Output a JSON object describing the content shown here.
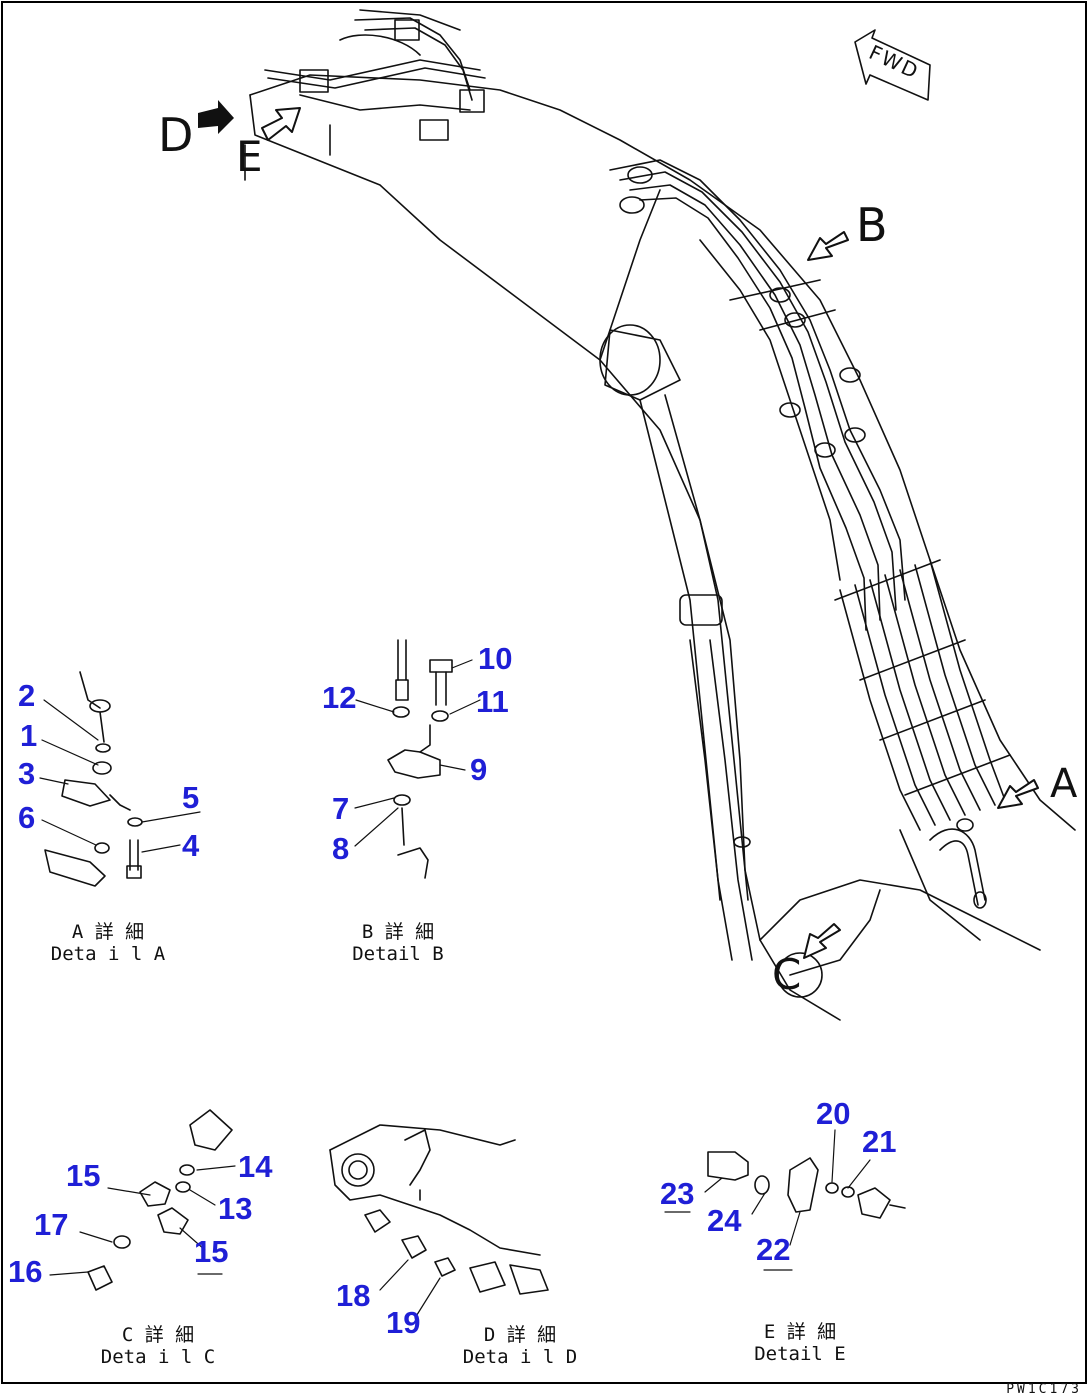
{
  "drawing_code": "PW1C173",
  "fwd_label": "FWD",
  "view_markers": {
    "A": "A",
    "B": "B",
    "C": "C",
    "D": "D",
    "E": "E"
  },
  "callouts": [
    {
      "id": "c1",
      "text": "1"
    },
    {
      "id": "c2",
      "text": "2"
    },
    {
      "id": "c3",
      "text": "3"
    },
    {
      "id": "c4",
      "text": "4"
    },
    {
      "id": "c5",
      "text": "5"
    },
    {
      "id": "c6",
      "text": "6"
    },
    {
      "id": "c7",
      "text": "7"
    },
    {
      "id": "c8",
      "text": "8"
    },
    {
      "id": "c9",
      "text": "9"
    },
    {
      "id": "c10",
      "text": "10"
    },
    {
      "id": "c11",
      "text": "11"
    },
    {
      "id": "c12",
      "text": "12"
    },
    {
      "id": "c13",
      "text": "13"
    },
    {
      "id": "c14",
      "text": "14"
    },
    {
      "id": "c15a",
      "text": "15"
    },
    {
      "id": "c15b",
      "text": "15"
    },
    {
      "id": "c16",
      "text": "16"
    },
    {
      "id": "c17",
      "text": "17"
    },
    {
      "id": "c18",
      "text": "18"
    },
    {
      "id": "c19",
      "text": "19"
    },
    {
      "id": "c20",
      "text": "20"
    },
    {
      "id": "c21",
      "text": "21"
    },
    {
      "id": "c22",
      "text": "22"
    },
    {
      "id": "c23",
      "text": "23"
    },
    {
      "id": "c24",
      "text": "24"
    }
  ],
  "details": {
    "A": {
      "jp": "A 詳 細",
      "en": "Deta i l A"
    },
    "B": {
      "jp": "B 詳 細",
      "en": "Detail B"
    },
    "C": {
      "jp": "C 詳 細",
      "en": "Deta i l C"
    },
    "D": {
      "jp": "D 詳 細",
      "en": "Deta i l D"
    },
    "E": {
      "jp": "E 詳 細",
      "en": "Detail E"
    }
  }
}
